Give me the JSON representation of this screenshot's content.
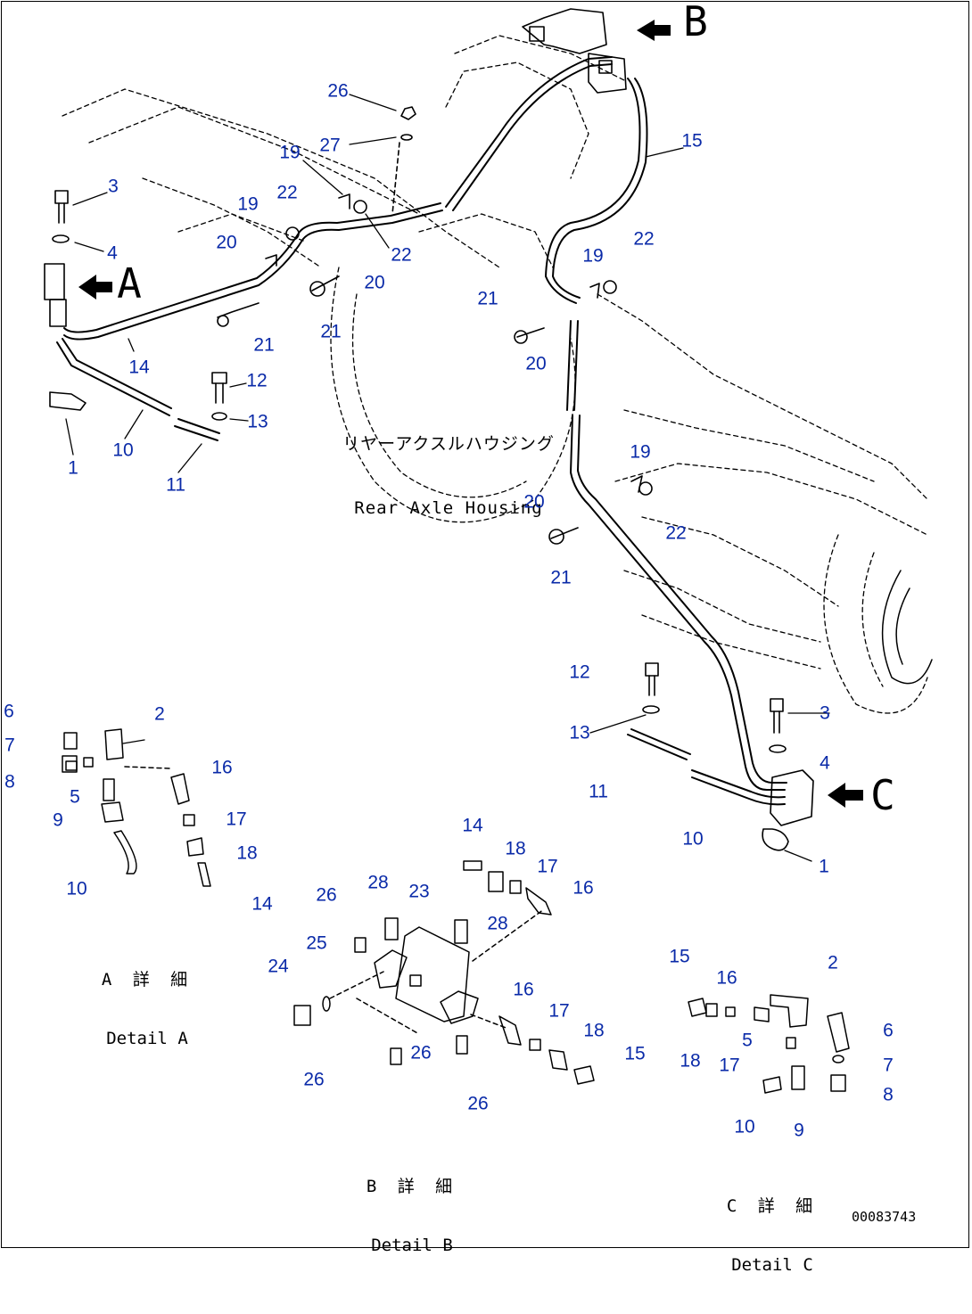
{
  "view_arrows": [
    {
      "id": "A",
      "label": "A"
    },
    {
      "id": "B",
      "label": "B"
    },
    {
      "id": "C",
      "label": "C"
    }
  ],
  "housing_label": {
    "jp": "リヤーアクスルハウジング",
    "en": "Rear Axle Housing"
  },
  "detail_captions": [
    {
      "id": "A",
      "jp": "A 詳 細",
      "en": "Detail A"
    },
    {
      "id": "B",
      "jp": "B 詳 細",
      "en": "Detail B"
    },
    {
      "id": "C",
      "jp": "C 詳 細",
      "en": "Detail C"
    }
  ],
  "callouts": {
    "main": [
      "26",
      "27",
      "19",
      "22",
      "22",
      "19",
      "20",
      "20",
      "21",
      "21",
      "3",
      "4",
      "14",
      "12",
      "13",
      "10",
      "1",
      "11",
      "15",
      "22",
      "19",
      "21",
      "20",
      "19",
      "20",
      "22",
      "21"
    ],
    "main_right": [
      "12",
      "3",
      "13",
      "4",
      "11",
      "10",
      "1"
    ],
    "detail_a": [
      "6",
      "2",
      "7",
      "8",
      "5",
      "16",
      "9",
      "17",
      "18",
      "10",
      "14"
    ],
    "detail_b": [
      "14",
      "18",
      "17",
      "16",
      "28",
      "23",
      "26",
      "28",
      "25",
      "24",
      "16",
      "17",
      "18",
      "26",
      "15",
      "26",
      "26"
    ],
    "detail_c": [
      "15",
      "2",
      "16",
      "18",
      "5",
      "6",
      "17",
      "7",
      "8",
      "10",
      "9"
    ]
  },
  "doc_number": "00083743",
  "colors": {
    "callout": "#0a2aa8",
    "line": "#000000"
  }
}
